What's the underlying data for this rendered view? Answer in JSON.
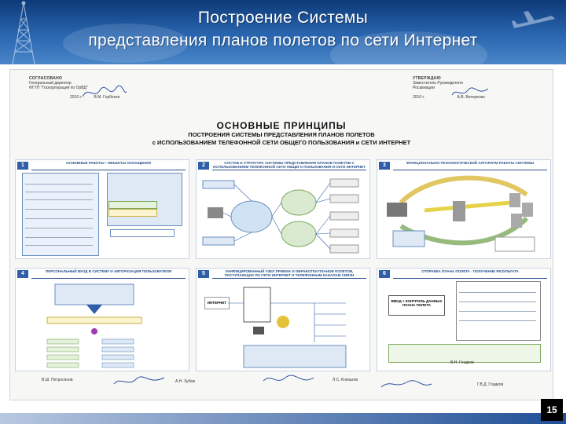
{
  "title": {
    "line1": "Построение Системы",
    "line2": "представления планов полетов по сети Интернет"
  },
  "page_number": "15",
  "document": {
    "approval_left": {
      "label": "СОГЛАСОВАНО",
      "position": "Генеральный директор",
      "org": "ФГУП \"Госкорпорация по ОрВД\"",
      "name": "В.М. Горбенко",
      "year": "2010 г."
    },
    "approval_right": {
      "label": "УТВЕРЖДАЮ",
      "position": "Заместитель Руководителя",
      "org": "Росавиации",
      "name": "А.В. Витеренко",
      "year": "2010 г."
    },
    "heading": {
      "line1": "ОСНОВНЫЕ ПРИНЦИПЫ",
      "line2": "ПОСТРОЕНИЯ СИСТЕМЫ ПРЕДСТАВЛЕНИЯ ПЛАНОВ ПОЛЕТОВ",
      "line3": "с ИСПОЛЬЗОВАНИЕМ ТЕЛЕФОННОЙ СЕТИ ОБЩЕГО ПОЛЬЗОВАНИЯ и СЕТИ ИНТЕРНЕТ"
    },
    "panels": [
      {
        "number": "1",
        "title": "ОСНОВНЫЕ РАБОТЫ • ОБЪЕКТЫ ОСНАЩЕНИЯ"
      },
      {
        "number": "2",
        "title": "СОСТАВ И СТРУКТУРА СИСТЕМЫ ПРЕДСТАВЛЕНИЯ ПЛАНОВ ПОЛЕТОВ С ИСПОЛЬЗОВАНИЕМ ТЕЛЕФОННОЙ СЕТИ ОБЩЕГО ПОЛЬЗОВАНИЯ И СЕТИ ИНТЕРНЕТ"
      },
      {
        "number": "3",
        "title": "ФУНКЦИОНАЛЬНО-ТЕХНОЛОГИЧЕСКИЙ АЛГОРИТМ РАБОТЫ СИСТЕМЫ"
      },
      {
        "number": "4",
        "title": "ПЕРСОНАЛЬНЫЙ ВХОД В СИСТЕМУ И АВТОРИЗАЦИЯ ПОЛЬЗОВАТЕЛЯ"
      },
      {
        "number": "5",
        "title": "УНИФИЦИРОВАННЫЙ УЗЕЛ ПРИЕМА И ОБРАБОТКИ ПЛАНОВ ПОЛЕТОВ, ПОСТУПАЮЩИХ ПО СЕТИ ИНТЕРНЕТ И ТЕЛЕФОННЫМ КАНАЛАМ СВЯЗИ"
      },
      {
        "number": "6",
        "title": "ОТПРАВКА ПЛАНА ПОЛЕТА - ПОЛУЧЕНИЕ РЕЗУЛЬТАТА"
      }
    ],
    "panel5_labels": {
      "internet": "ИНТЕРНЕТ"
    },
    "panel6_labels": {
      "box": "ВВОД + КОНТРОЛЬ ДАННЫХ ПЛАНА ПОЛЕТА"
    },
    "footer_signatures": [
      {
        "name": "В.Ш. Петросянов"
      },
      {
        "name": "А.Н. Зубов"
      },
      {
        "name": "Л.С. Князьков"
      },
      {
        "name": "В.Н. Гладков"
      },
      {
        "name": "Г.В.Д. Гладков"
      }
    ]
  },
  "colors": {
    "header_dark": "#0d3a78",
    "header_light": "#4a86c8",
    "panel_accent": "#2f5fa8"
  }
}
